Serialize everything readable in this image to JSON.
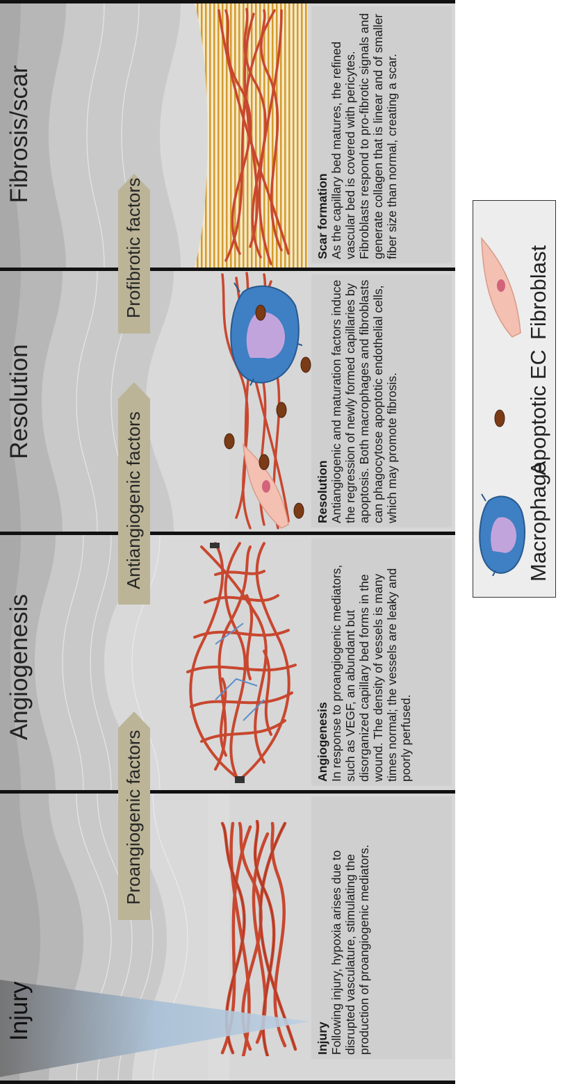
{
  "stages": {
    "angiogenesis": "Angiogenesis",
    "resolution": "Resolution",
    "fibrosis": "Fibrosis/scar"
  },
  "injury_label": "Injury",
  "factors": {
    "proangiogenic": "Proangiogenic factors",
    "antiangiogenic": "Antiangiogenic factors",
    "profibrotic": "Profibrotic factors"
  },
  "descriptions": {
    "injury": {
      "title": "Injury",
      "text": "Following injury, hypoxia arises due to disrupted vasculature, stimulating the production of proangiogenic mediators."
    },
    "angiogenesis": {
      "title": "Angiogenesis",
      "text": "In response to proangiogenic mediators, such as VEGF, an abundant but disorganized capillary bed forms in the wound. The density of vessels is many times normal; the vessels are leaky and poorly perfused."
    },
    "resolution": {
      "title": "Resolution",
      "text": "Antiangiogenic and maturation factors induce the regression of newly formed capillaries by apoptosis. Both macrophages and fibroblasts can phagocytose apoptotic endothelial cells, which may promote fibrosis."
    },
    "scar": {
      "title": "Scar formation",
      "text": "As the capillary bed matures, the refined vascular bed is covered with pericytes. Fibroblasts respond to pro-fibrotic signals and generate collagen that is linear and of smaller fiber size than normal, creating a scar."
    }
  },
  "legend": {
    "macrophage": "Macrophage",
    "apoptotic_ec": "Apoptotic EC",
    "fibroblast": "Fibroblast"
  },
  "colors": {
    "vessel": "#c8472f",
    "macrophage": "#3f7fc3",
    "macrophage_nucleus": "#c2a4dc",
    "apoptotic_ec": "#7a3b16",
    "fibroblast": "#f3c0b2",
    "factor_arrow": "#bbb497",
    "collagen": "#d39a2e",
    "injury_wedge": "#a8bfd6"
  }
}
